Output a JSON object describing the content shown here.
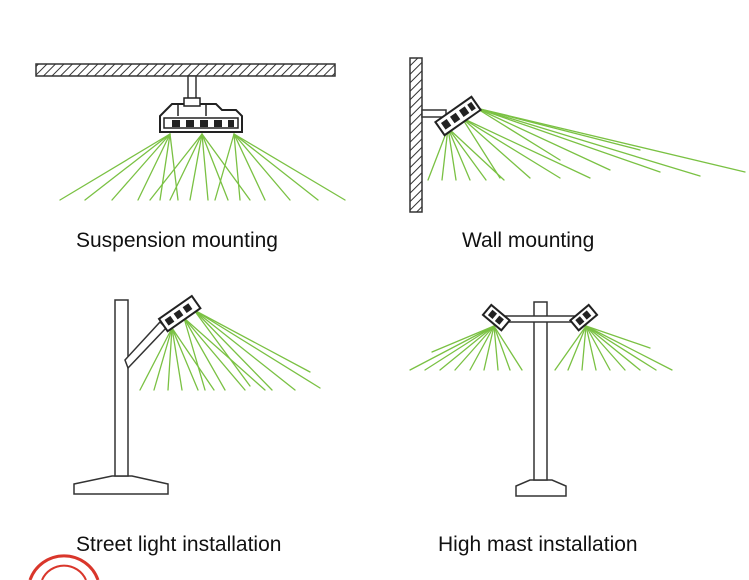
{
  "colors": {
    "beam": "#7ac143",
    "outline": "#333333",
    "fixture": "#ffffff",
    "fixture_dark": "#222222",
    "caption": "#111111"
  },
  "icons": {
    "suspension": "ceiling-suspended-floodlight-icon",
    "wall": "wall-mounted-floodlight-icon",
    "street": "street-light-pole-icon",
    "mast": "high-mast-double-floodlight-icon",
    "stamp": "red-stamp-logo"
  },
  "panels": {
    "suspension": {
      "label": "Suspension mounting"
    },
    "wall": {
      "label": "Wall mounting"
    },
    "street": {
      "label": "Street light installation"
    },
    "mast": {
      "label": "High mast installation"
    }
  }
}
